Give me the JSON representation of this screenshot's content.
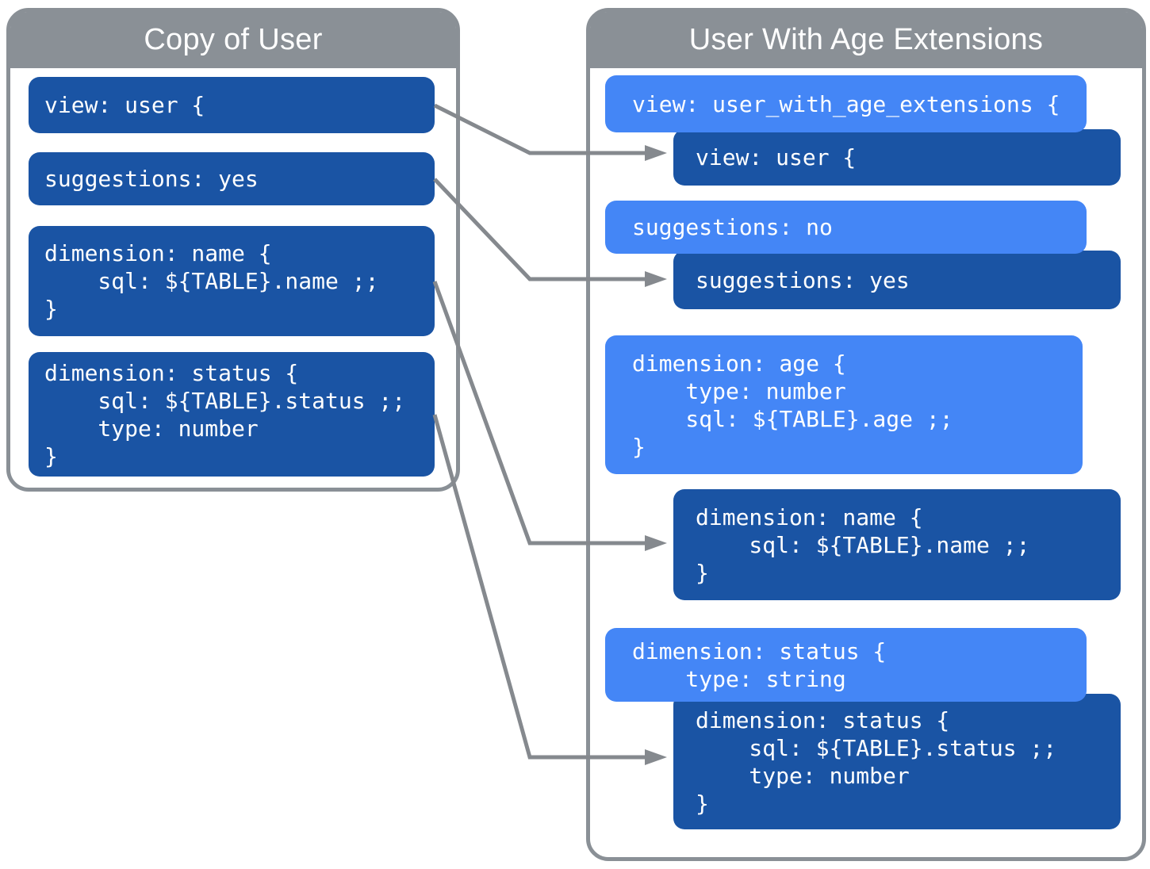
{
  "colors": {
    "panel_border": "#8A9096",
    "header_bg": "#8A9096",
    "title_text": "#FFFFFF",
    "block_dark": "#1A54A4",
    "block_light": "#4486F6",
    "code_text": "#FFFFFF",
    "arrow": "#85898E"
  },
  "left_panel": {
    "title": "Copy of User",
    "blocks": [
      {
        "id": "copy-view-user",
        "style": "dark",
        "lines": [
          "view: user {"
        ]
      },
      {
        "id": "copy-suggestions",
        "style": "dark",
        "lines": [
          "suggestions: yes"
        ]
      },
      {
        "id": "copy-dimension-name",
        "style": "dark",
        "lines": [
          "dimension: name {",
          "    sql: ${TABLE}.name ;;",
          "}"
        ]
      },
      {
        "id": "copy-dimension-status",
        "style": "dark",
        "lines": [
          "dimension: status {",
          "    sql: ${TABLE}.status ;;",
          "    type: number",
          "}"
        ]
      }
    ]
  },
  "right_panel": {
    "title": "User With Age Extensions",
    "blocks": [
      {
        "id": "extension-view-declaration",
        "style": "light",
        "lines": [
          "view: user_with_age_extensions {"
        ]
      },
      {
        "id": "inherited-view-user",
        "style": "dark",
        "lines": [
          "view: user {"
        ]
      },
      {
        "id": "override-suggestions",
        "style": "light",
        "lines": [
          "suggestions: no"
        ]
      },
      {
        "id": "inherited-suggestions",
        "style": "dark",
        "lines": [
          "suggestions: yes"
        ]
      },
      {
        "id": "new-dimension-age",
        "style": "light",
        "lines": [
          "dimension: age {",
          "    type: number",
          "    sql: ${TABLE}.age ;;",
          "}"
        ]
      },
      {
        "id": "inherited-dimension-name",
        "style": "dark",
        "lines": [
          "dimension: name {",
          "    sql: ${TABLE}.name ;;",
          "}"
        ]
      },
      {
        "id": "override-dimension-status",
        "style": "light",
        "lines": [
          "dimension: status {",
          "    type: string"
        ]
      },
      {
        "id": "inherited-dimension-status",
        "style": "dark",
        "lines": [
          "dimension: status {",
          "    sql: ${TABLE}.status ;;",
          "    type: number",
          "}"
        ]
      }
    ]
  },
  "connectors": [
    {
      "from": "copy-view-user",
      "to": "inherited-view-user"
    },
    {
      "from": "copy-suggestions",
      "to": "inherited-suggestions"
    },
    {
      "from": "copy-dimension-name",
      "to": "inherited-dimension-name"
    },
    {
      "from": "copy-dimension-status",
      "to": "inherited-dimension-status"
    }
  ]
}
